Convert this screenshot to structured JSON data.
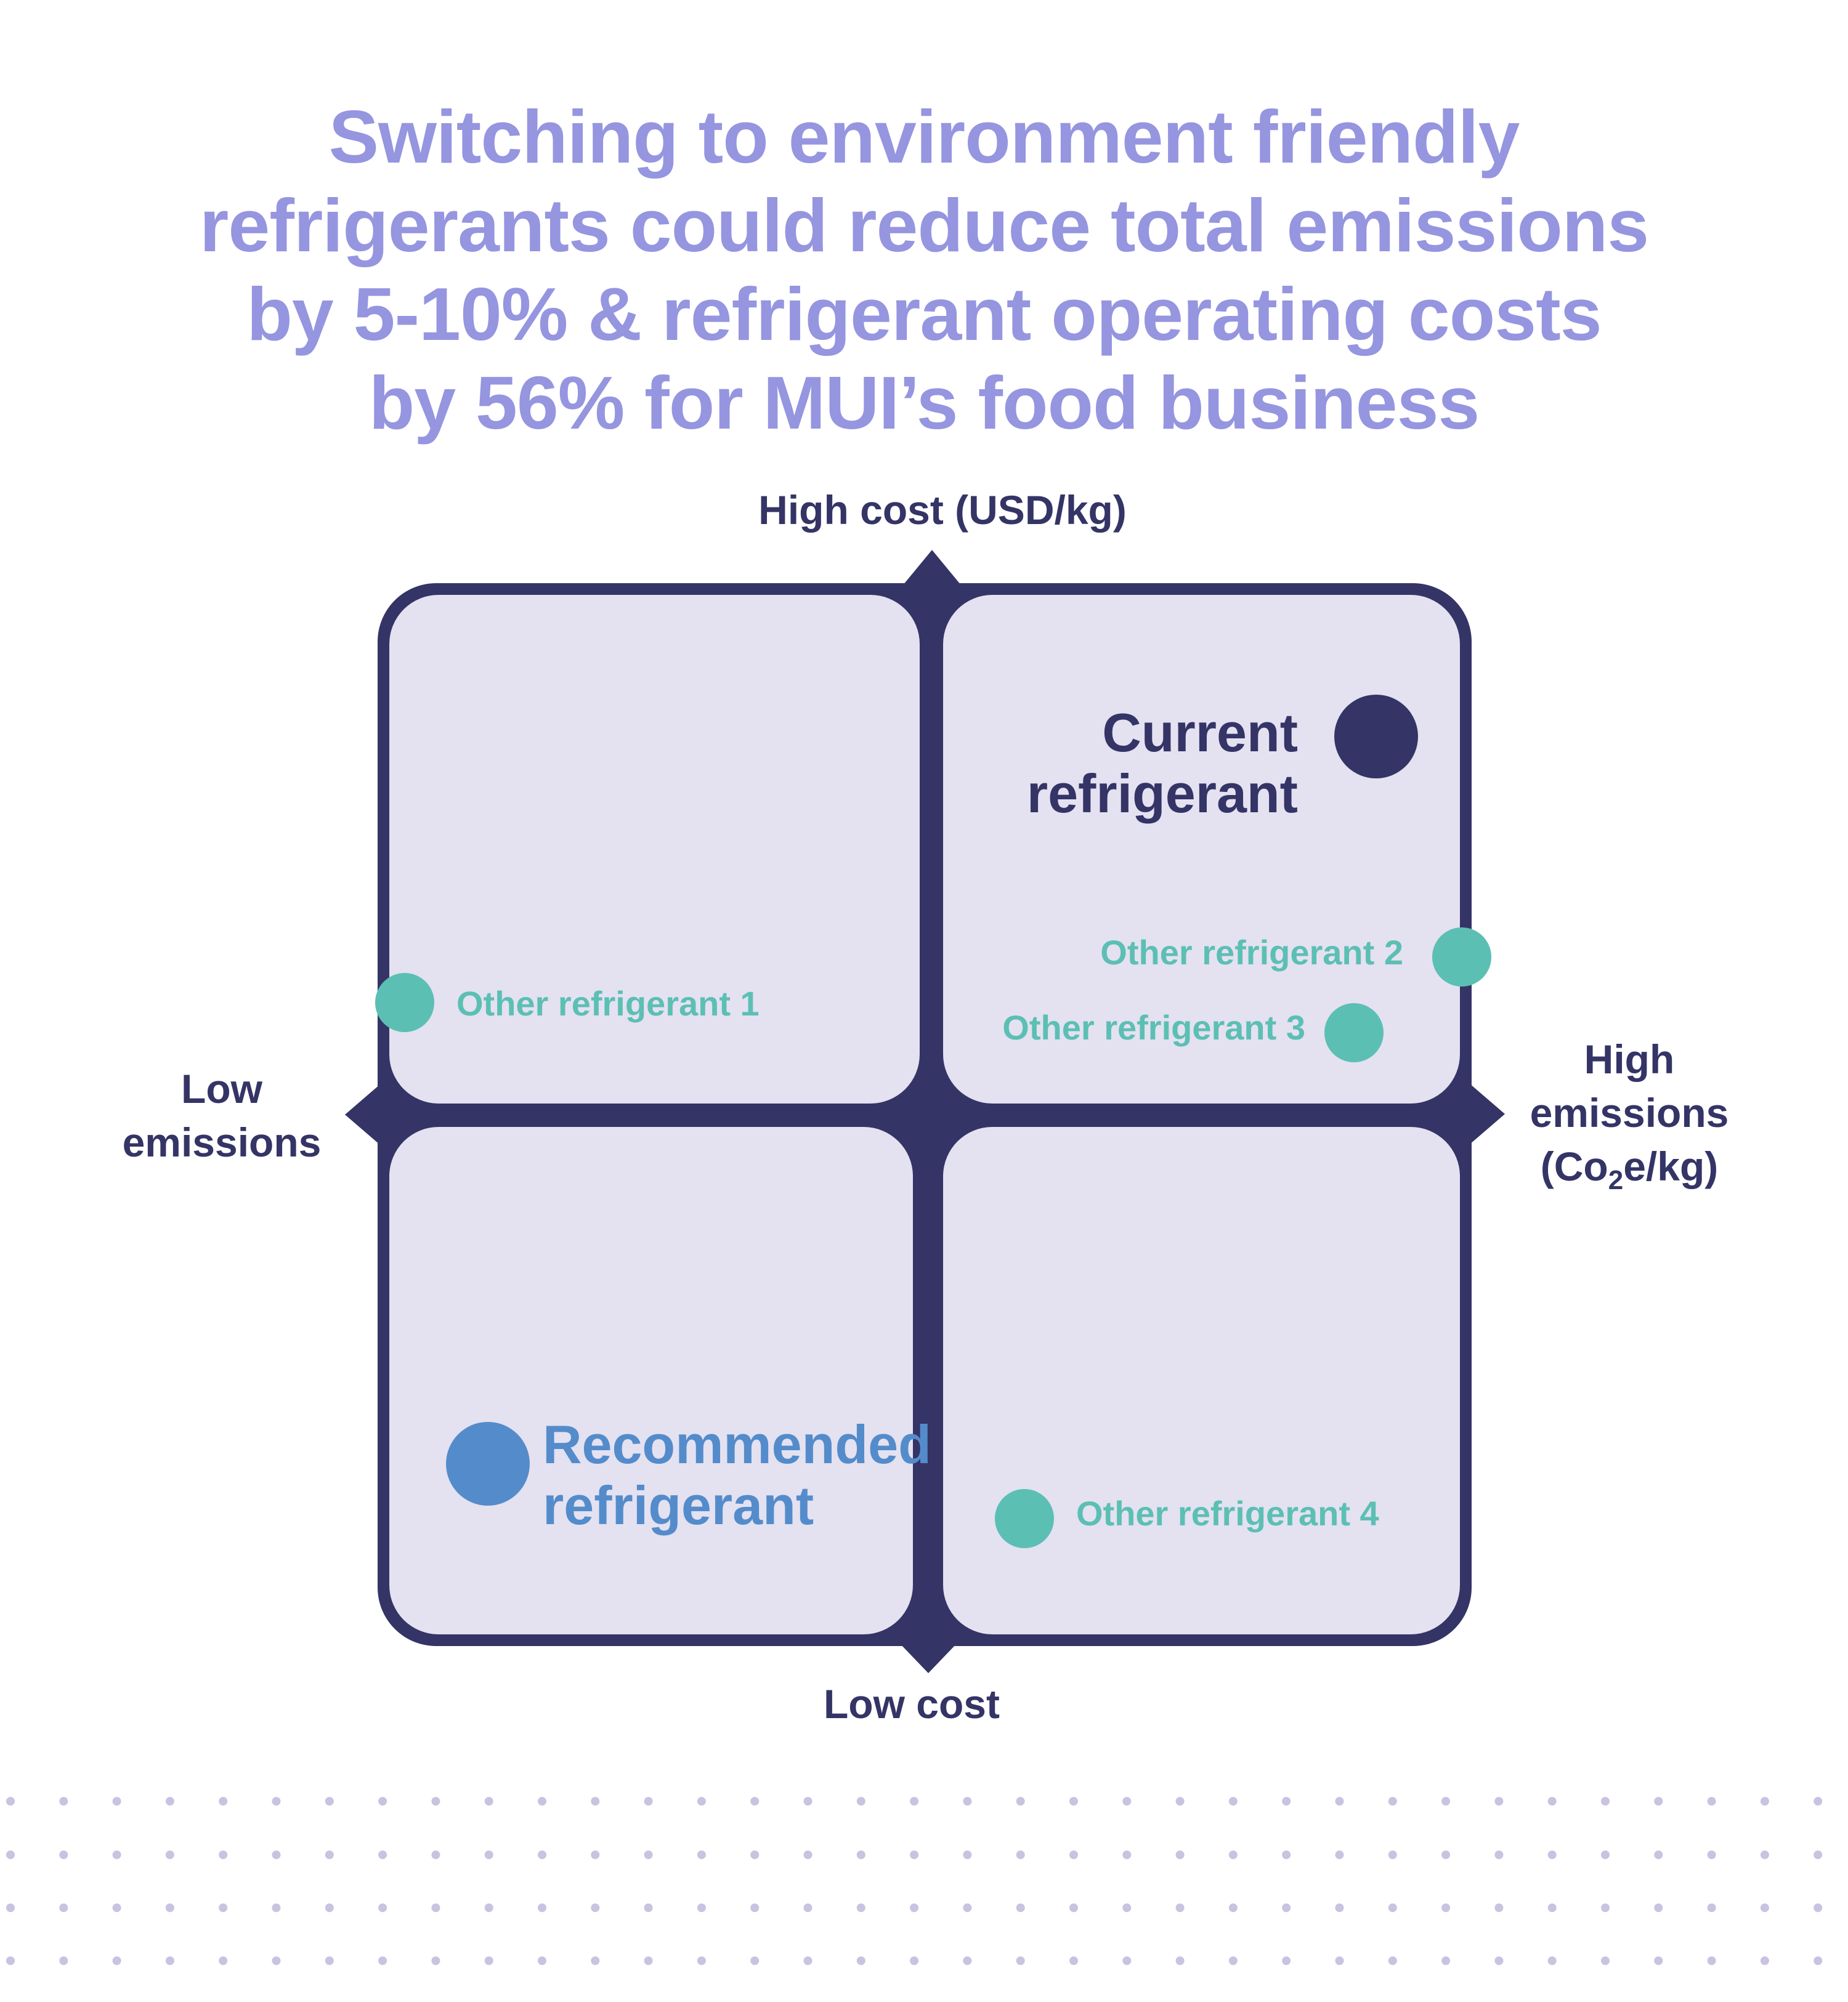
{
  "title": {
    "lines": [
      "Switching to environment friendly",
      "refrigerants could reduce total emissions",
      "by 5-10% & refrigerant operating costs",
      "by 56% for MUI’s food business"
    ]
  },
  "axes": {
    "top": "High cost (USD/kg)",
    "bottom": "Low cost",
    "left": [
      "Low",
      "emissions"
    ],
    "right": {
      "line1": "High",
      "line2": "emissions",
      "line3_pre": "(Co",
      "line3_sub": "2",
      "line3_post": "e/kg)"
    }
  },
  "points": {
    "current": {
      "lines": [
        "Current",
        "refrigerant"
      ],
      "color": "#343466"
    },
    "recommended": {
      "lines": [
        "Recommended",
        "refrigerant"
      ],
      "color": "#548ccb"
    },
    "other1": {
      "label": "Other refrigerant 1",
      "color": "#5cbfb4"
    },
    "other2": {
      "label": "Other refrigerant 2",
      "color": "#5cbfb4"
    },
    "other3": {
      "label": "Other refrigerant 3",
      "color": "#5cbfb4"
    },
    "other4": {
      "label": "Other refrigerant 4",
      "color": "#5cbfb4"
    }
  },
  "colors": {
    "frame": "#343466",
    "quadrant_fill": "#e4e1f1",
    "title": "#9595e0",
    "dot_pattern": "#cac2e0"
  }
}
